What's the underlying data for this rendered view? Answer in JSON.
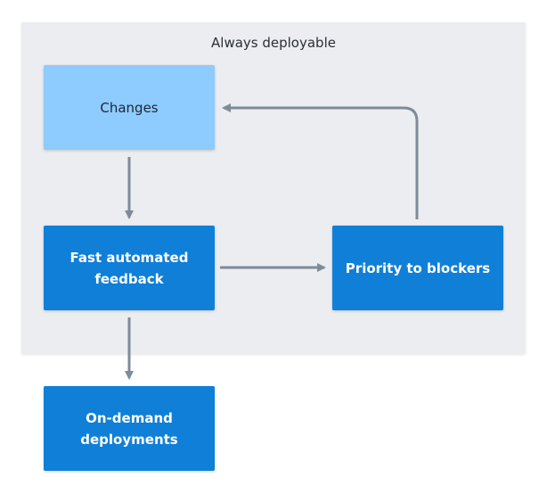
{
  "diagram": {
    "group": {
      "title": "Always deployable"
    },
    "nodes": {
      "changes": {
        "label": "Changes",
        "style": "light"
      },
      "feedback": {
        "label": "Fast automated\nfeedback",
        "style": "dark"
      },
      "priority": {
        "label": "Priority to blockers",
        "style": "dark"
      },
      "deployments": {
        "label": "On-demand\ndeployments",
        "style": "dark"
      }
    },
    "edges": [
      {
        "from": "changes",
        "to": "feedback"
      },
      {
        "from": "feedback",
        "to": "priority"
      },
      {
        "from": "priority",
        "to": "changes"
      },
      {
        "from": "feedback",
        "to": "deployments"
      }
    ],
    "colors": {
      "group_bg": "#ebedf0",
      "light_node": "#8ecbff",
      "dark_node": "#0f7fd8",
      "arrow": "#7e8b99"
    }
  }
}
